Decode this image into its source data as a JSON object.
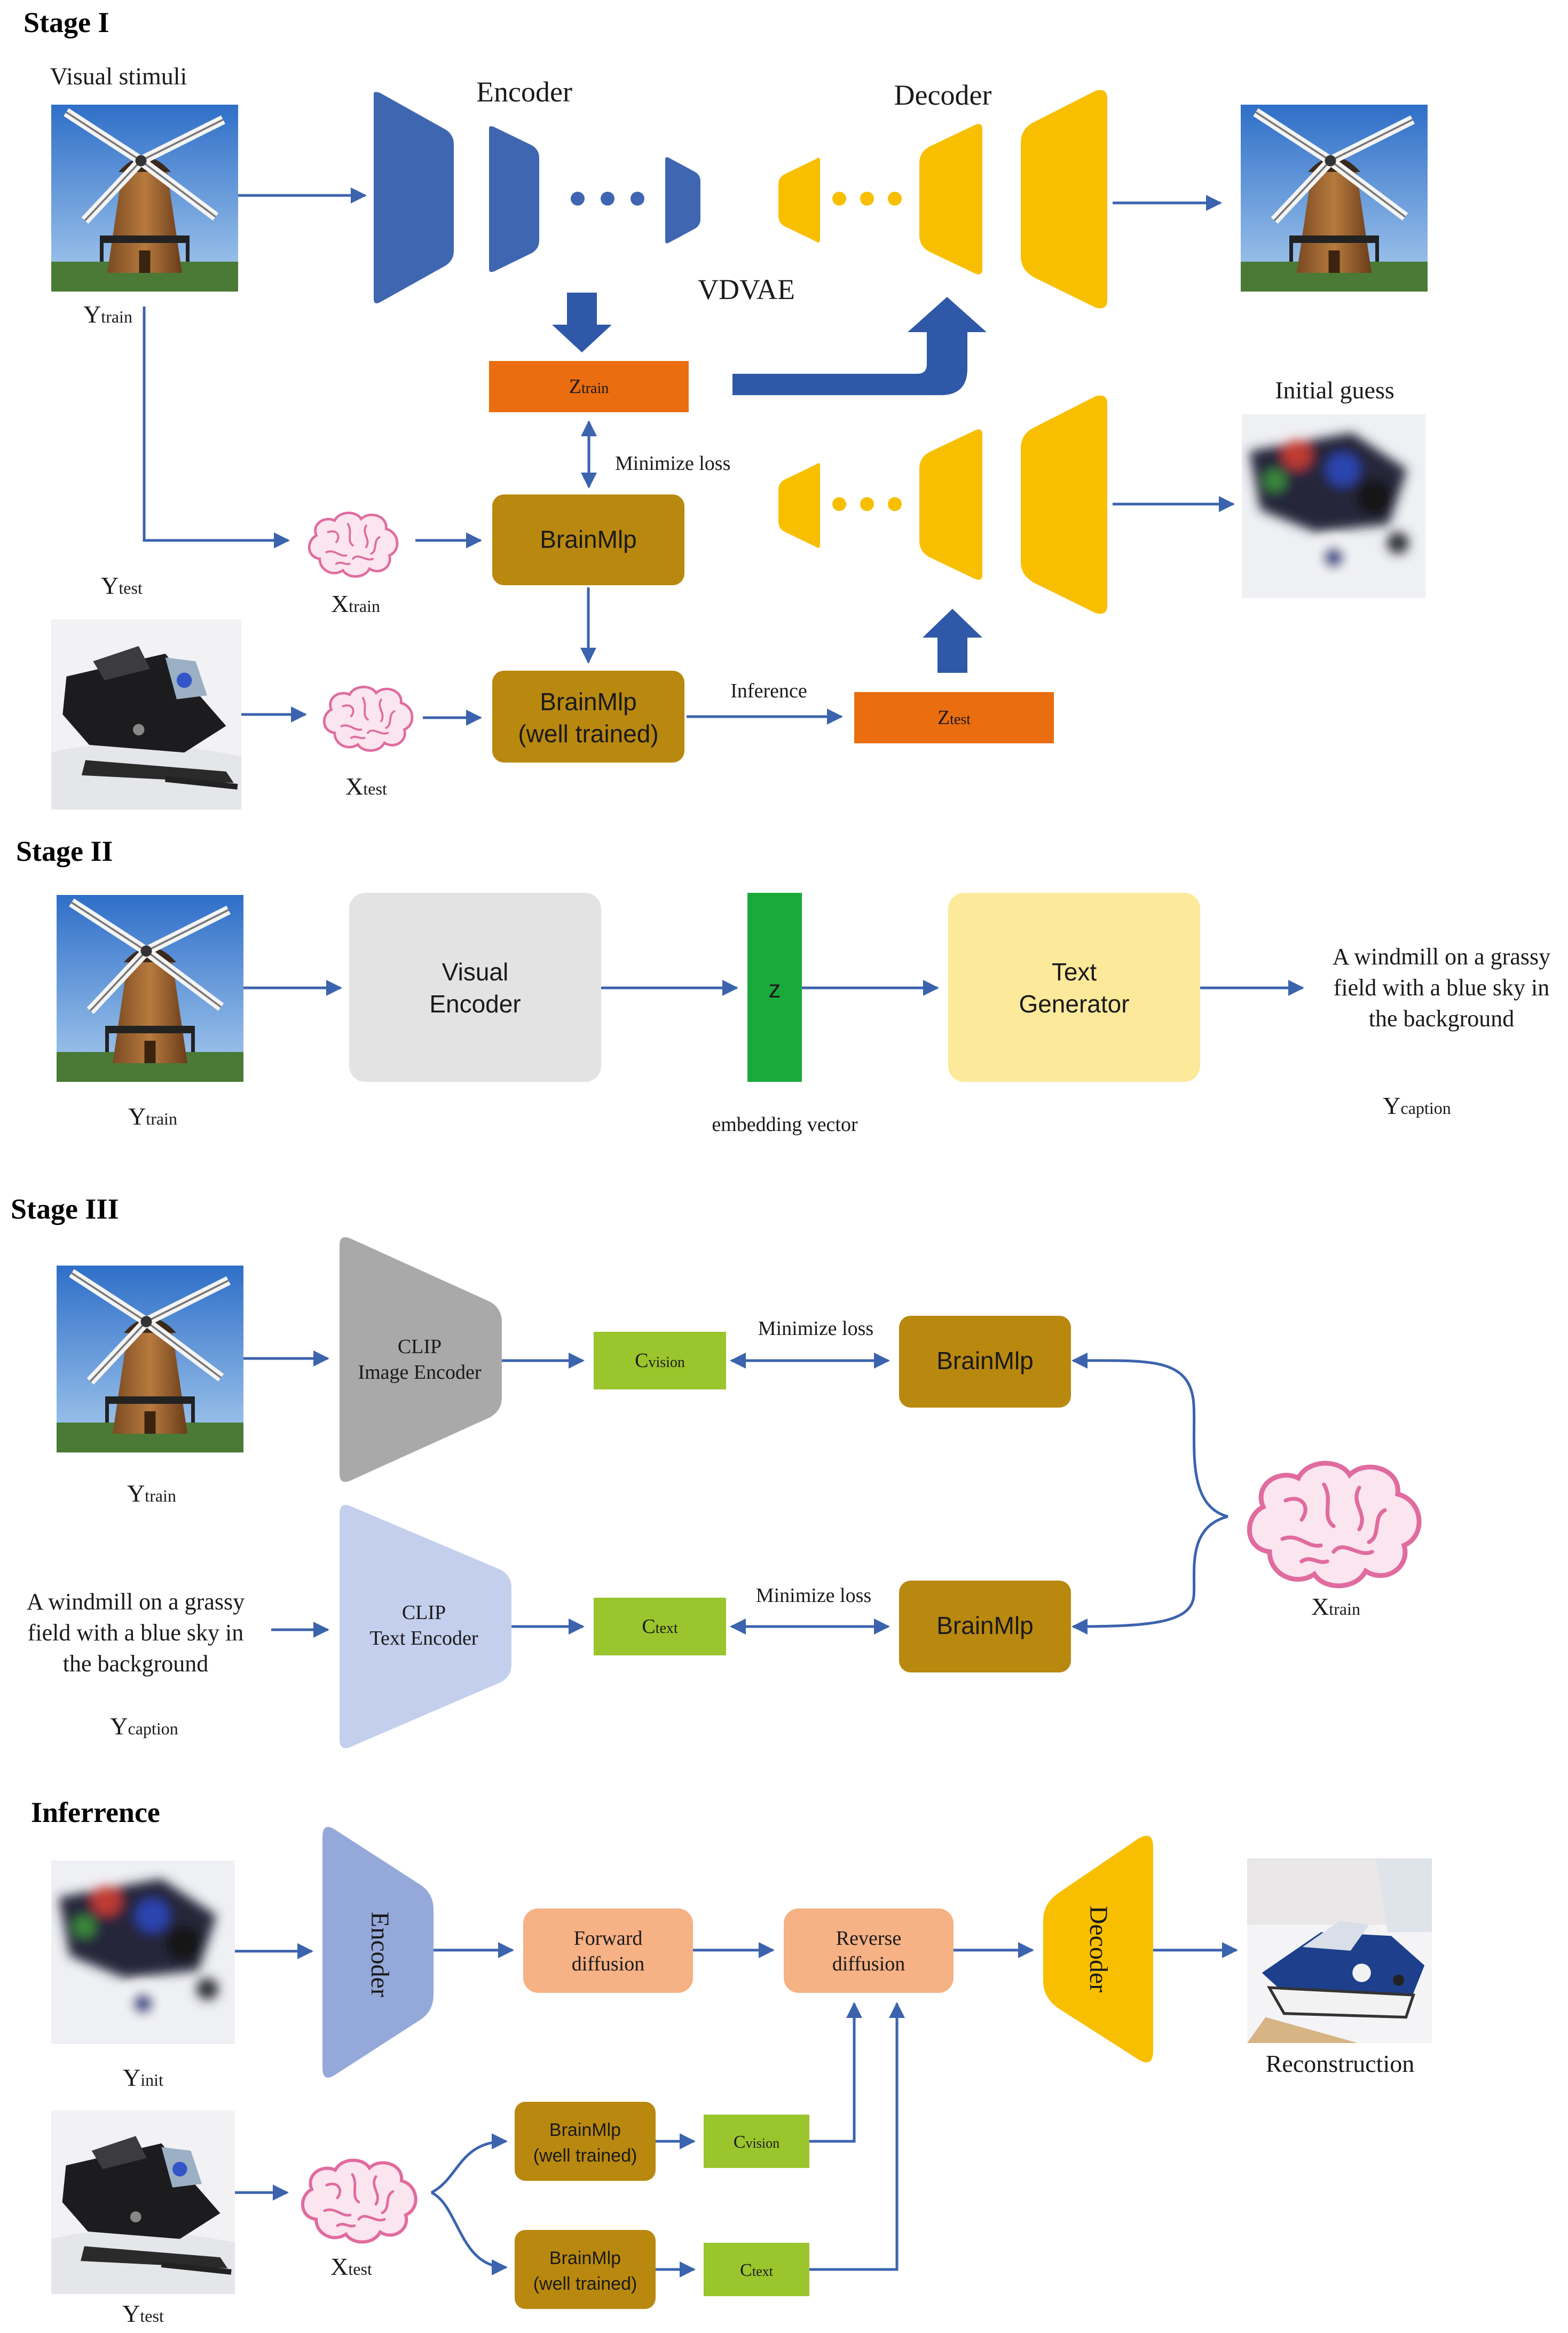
{
  "colors": {
    "arrow": "#3b63ae",
    "encoder_blue": "#3f66b0",
    "decoder_yellow": "#f8bf00",
    "z_orange": "#ea6d10",
    "brainmlp": "#b9880f",
    "cvec_green": "#9ac52c",
    "embed_green": "#1aaa3c",
    "visual_encoder_gray": "#e3e3e3",
    "text_generator_yellow": "#fce99a",
    "clip_image_gray": "#a9a9a9",
    "clip_text_blue": "#c3cfec",
    "infer_encoder_blue": "#94a9d9",
    "diffusion_peach": "#f6b184",
    "brain_outline": "#e06b9f",
    "brain_fill": "#fbe5ee"
  },
  "icons": [
    "windmill-image",
    "snowmobile-image",
    "blurry-initial-guess-image",
    "reconstruction-image",
    "brain-icon"
  ],
  "stage1": {
    "title": "Stage I",
    "visual_stimuli": "Visual stimuli",
    "encoder": "Encoder",
    "decoder": "Decoder",
    "vdvae": "VDVAE",
    "ytrain": {
      "main": "Y",
      "sub": "train"
    },
    "ytest": {
      "main": "Y",
      "sub": "test"
    },
    "ztrain": {
      "main": "Z",
      "sub": "train"
    },
    "ztest": {
      "main": "Z",
      "sub": "test"
    },
    "minimize_loss": "Minimize loss",
    "xtrain": {
      "main": "X",
      "sub": "train"
    },
    "xtest": {
      "main": "X",
      "sub": "test"
    },
    "brainmlp": "BrainMlp",
    "brainmlp_trained": [
      "BrainMlp",
      "(well trained)"
    ],
    "inference": "Inference",
    "initial_guess": "Initial guess"
  },
  "stage2": {
    "title": "Stage II",
    "visual_encoder": [
      "Visual",
      "Encoder"
    ],
    "z": "z",
    "embedding_vector": "embedding vector",
    "text_generator": [
      "Text",
      "Generator"
    ],
    "caption": [
      "A windmill on a grassy",
      "field with a blue sky in",
      "the background"
    ],
    "ytrain": {
      "main": "Y",
      "sub": "train"
    },
    "ycaption": {
      "main": "Y",
      "sub": "caption"
    }
  },
  "stage3": {
    "title": "Stage III",
    "clip_image": [
      "CLIP",
      "Image Encoder"
    ],
    "clip_text": [
      "CLIP",
      "Text Encoder"
    ],
    "cvision": {
      "main": "C",
      "sub": "vision"
    },
    "ctext": {
      "main": "C",
      "sub": "text"
    },
    "minimize_loss_top": "Minimize loss",
    "minimize_loss_bottom": "Minimize loss",
    "brainmlp_top": "BrainMlp",
    "brainmlp_bottom": "BrainMlp",
    "xtrain": {
      "main": "X",
      "sub": "train"
    },
    "ytrain": {
      "main": "Y",
      "sub": "train"
    },
    "caption": [
      "A windmill on a grassy",
      "field with a blue sky in",
      "the background"
    ],
    "ycaption": {
      "main": "Y",
      "sub": "caption"
    }
  },
  "inference": {
    "title": "Inferrence",
    "encoder": "Encoder",
    "decoder": "Decoder",
    "forward_diffusion": [
      "Forward",
      "diffusion"
    ],
    "reverse_diffusion": [
      "Reverse",
      "diffusion"
    ],
    "reconstruction": "Reconstruction",
    "yinit": {
      "main": "Y",
      "sub": "init"
    },
    "ytest": {
      "main": "Y",
      "sub": "test"
    },
    "xtest": {
      "main": "X",
      "sub": "test"
    },
    "brainmlp_top": [
      "BrainMlp",
      "(well trained)"
    ],
    "brainmlp_bottom": [
      "BrainMlp",
      "(well trained)"
    ],
    "cvision": {
      "main": "C",
      "sub": "vision"
    },
    "ctext": {
      "main": "C",
      "sub": "text"
    }
  }
}
